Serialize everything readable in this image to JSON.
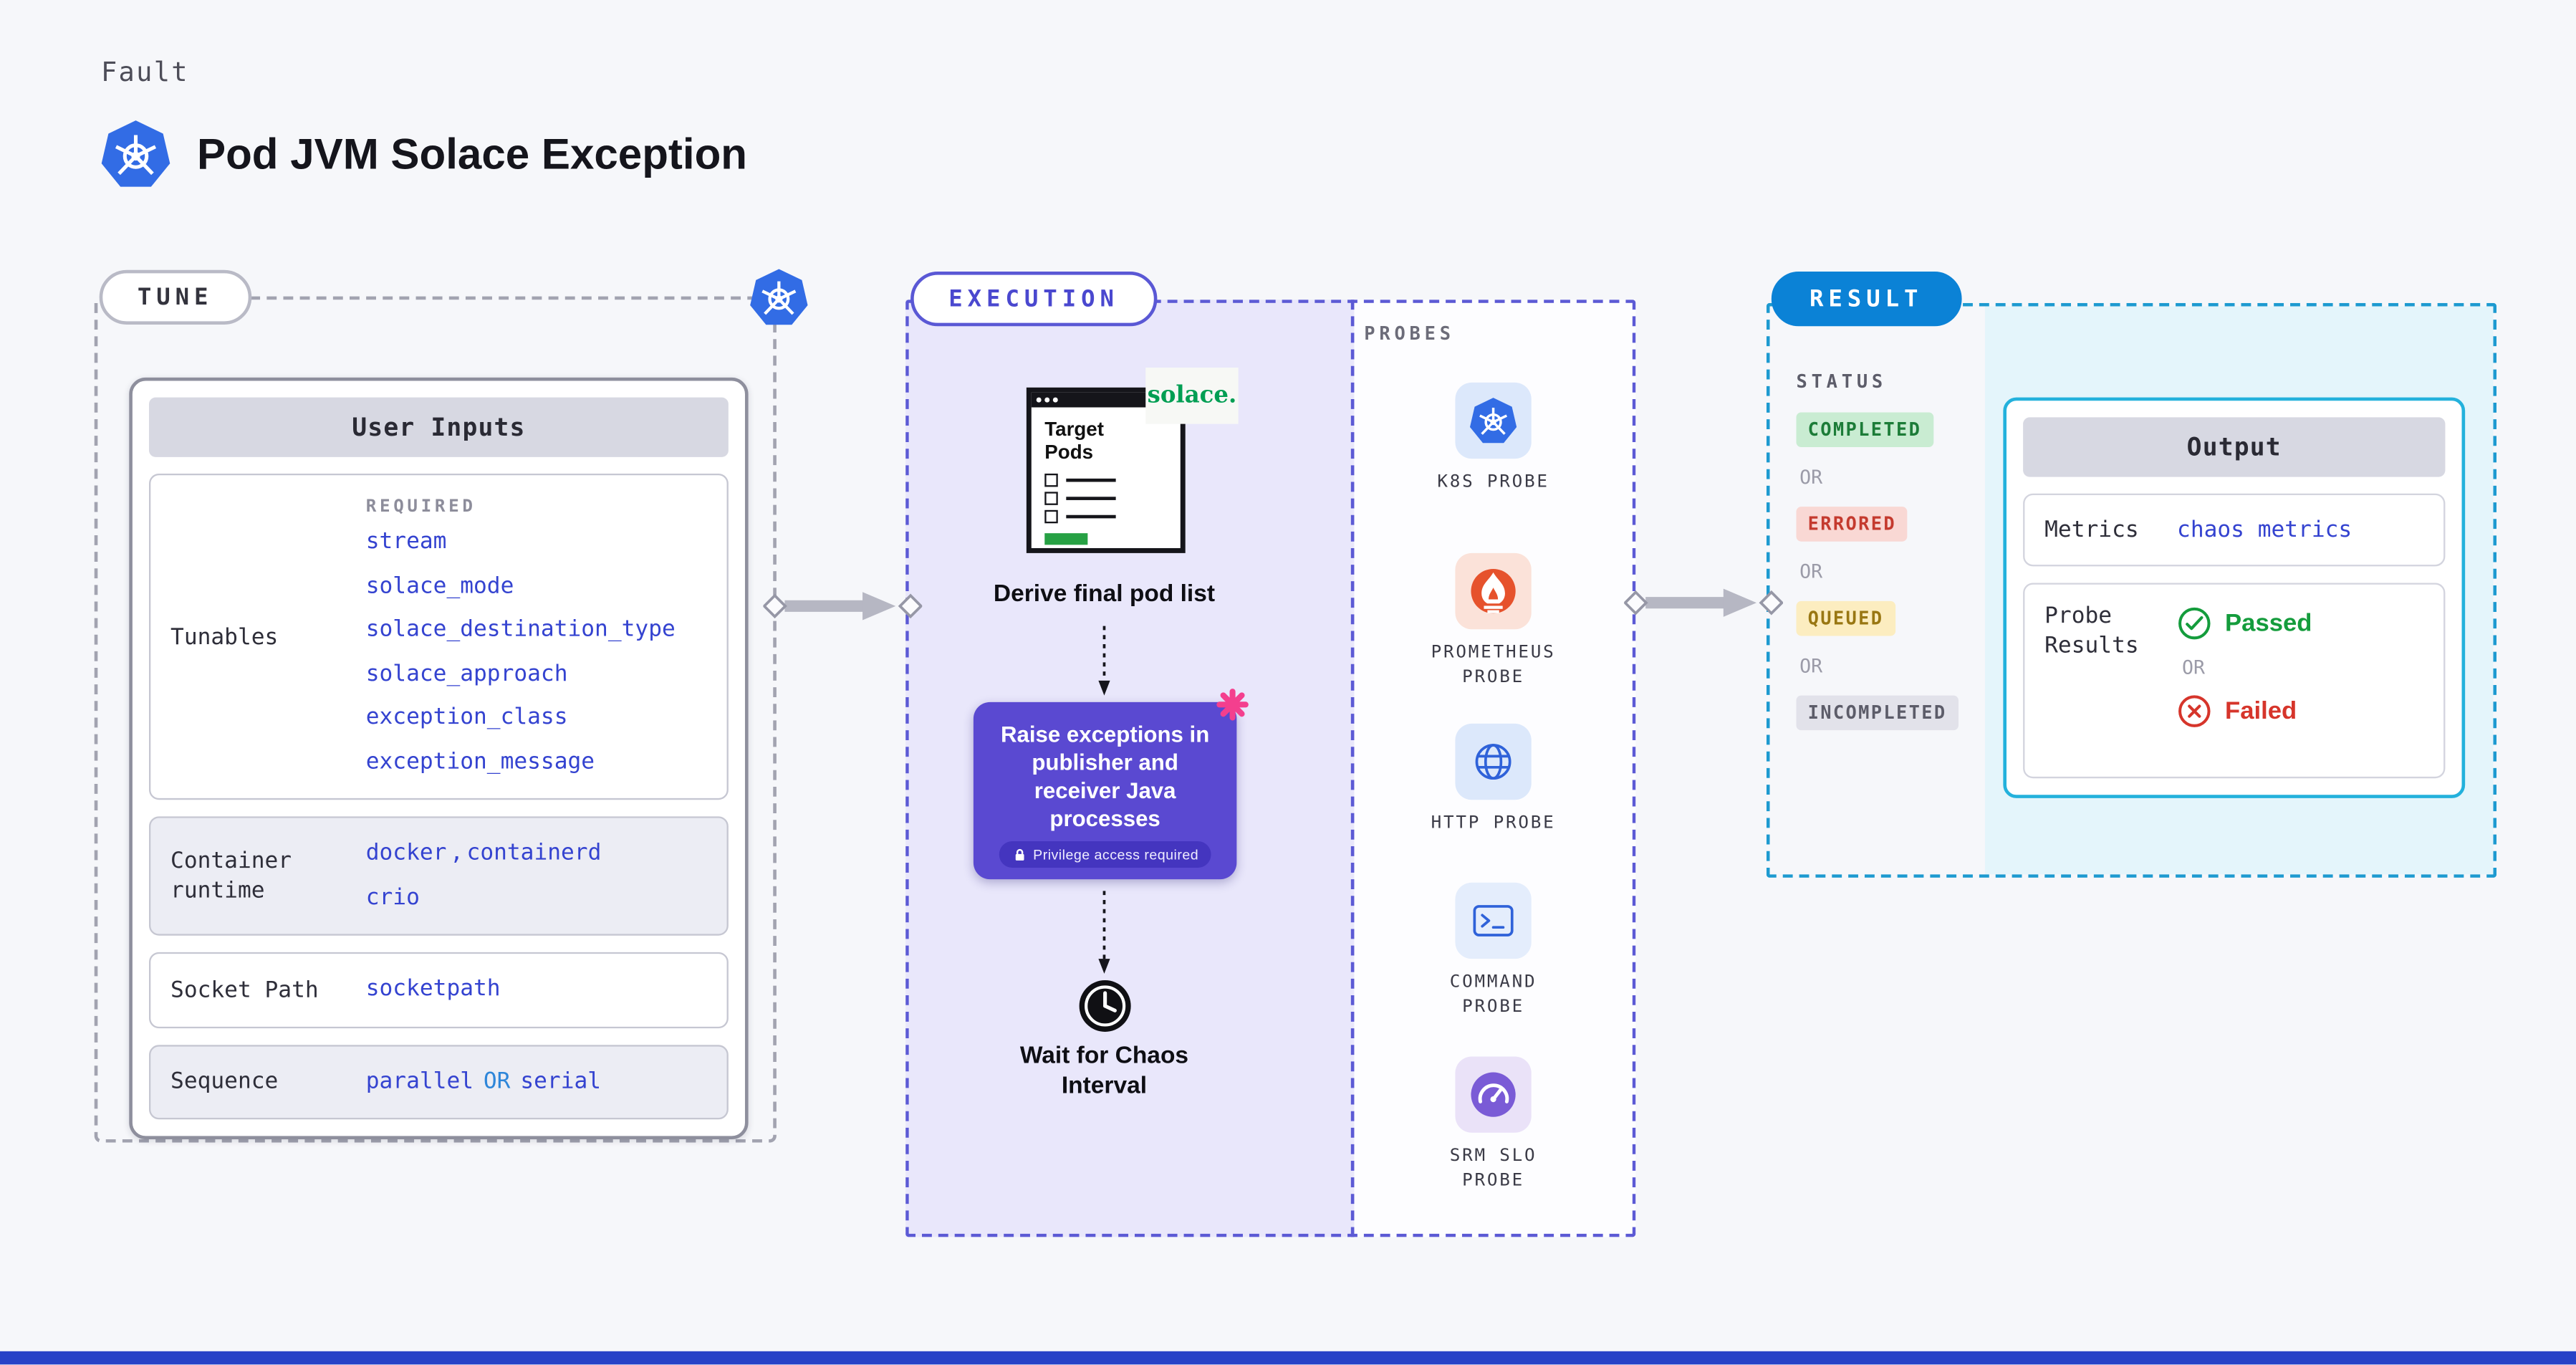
{
  "page": {
    "kicker": "Fault",
    "title": "Pod JVM Solace Exception"
  },
  "colors": {
    "accent_blue": "#3443d0",
    "k8s_blue": "#326ce5",
    "execution_purple": "#5a49d1",
    "execution_bg": "#e9e7fb",
    "result_pill_blue": "#0b82d6",
    "result_border_cyan": "#1d9ad0",
    "result_bg": "#e4f5fb",
    "passed_green": "#149c3c",
    "failed_red": "#d6352b",
    "completed_badge": "#c9ecd2",
    "errored_badge": "#f9d8d4",
    "queued_badge": "#fcedc0",
    "incompleted_badge": "#e2e2ea",
    "footer_blue": "#2742c7"
  },
  "tune": {
    "badge": "TUNE",
    "card": {
      "title": "User Inputs",
      "tunables": {
        "label": "Tunables",
        "required": "REQUIRED",
        "values": [
          "stream",
          "solace_mode",
          "solace_destination_type",
          "solace_approach",
          "exception_class",
          "exception_message"
        ]
      },
      "container_runtime": {
        "label": "Container runtime",
        "values": [
          "docker",
          "containerd",
          "crio"
        ],
        "separator": ","
      },
      "socket_path": {
        "label": "Socket Path",
        "value": "socketpath"
      },
      "sequence": {
        "label": "Sequence",
        "first": "parallel",
        "conjunction": "OR",
        "second": "serial"
      }
    }
  },
  "execution": {
    "badge": "EXECUTION",
    "target_window": {
      "title": "Target Pods"
    },
    "solace_logo": "solace.",
    "step_derive": "Derive final pod list",
    "step_raise": "Raise exceptions in publisher and receiver Java processes",
    "privilege_badge": "Privilege access required",
    "step_wait": "Wait for Chaos Interval",
    "probes": {
      "heading": "PROBES",
      "items": [
        {
          "label": "K8S PROBE",
          "icon": "kubernetes-icon"
        },
        {
          "label": "PROMETHEUS PROBE",
          "icon": "prometheus-icon"
        },
        {
          "label": "HTTP PROBE",
          "icon": "globe-icon"
        },
        {
          "label": "COMMAND PROBE",
          "icon": "terminal-icon"
        },
        {
          "label": "SRM SLO PROBE",
          "icon": "gauge-icon"
        }
      ]
    }
  },
  "result": {
    "badge": "RESULT",
    "status": {
      "heading": "STATUS",
      "completed": "COMPLETED",
      "errored": "ERRORED",
      "queued": "QUEUED",
      "incompleted": "INCOMPLETED",
      "or": "OR"
    },
    "output": {
      "title": "Output",
      "metrics_label": "Metrics",
      "metrics_value": "chaos metrics",
      "probe_results_label": "Probe Results",
      "passed": "Passed",
      "or": "OR",
      "failed": "Failed"
    }
  }
}
